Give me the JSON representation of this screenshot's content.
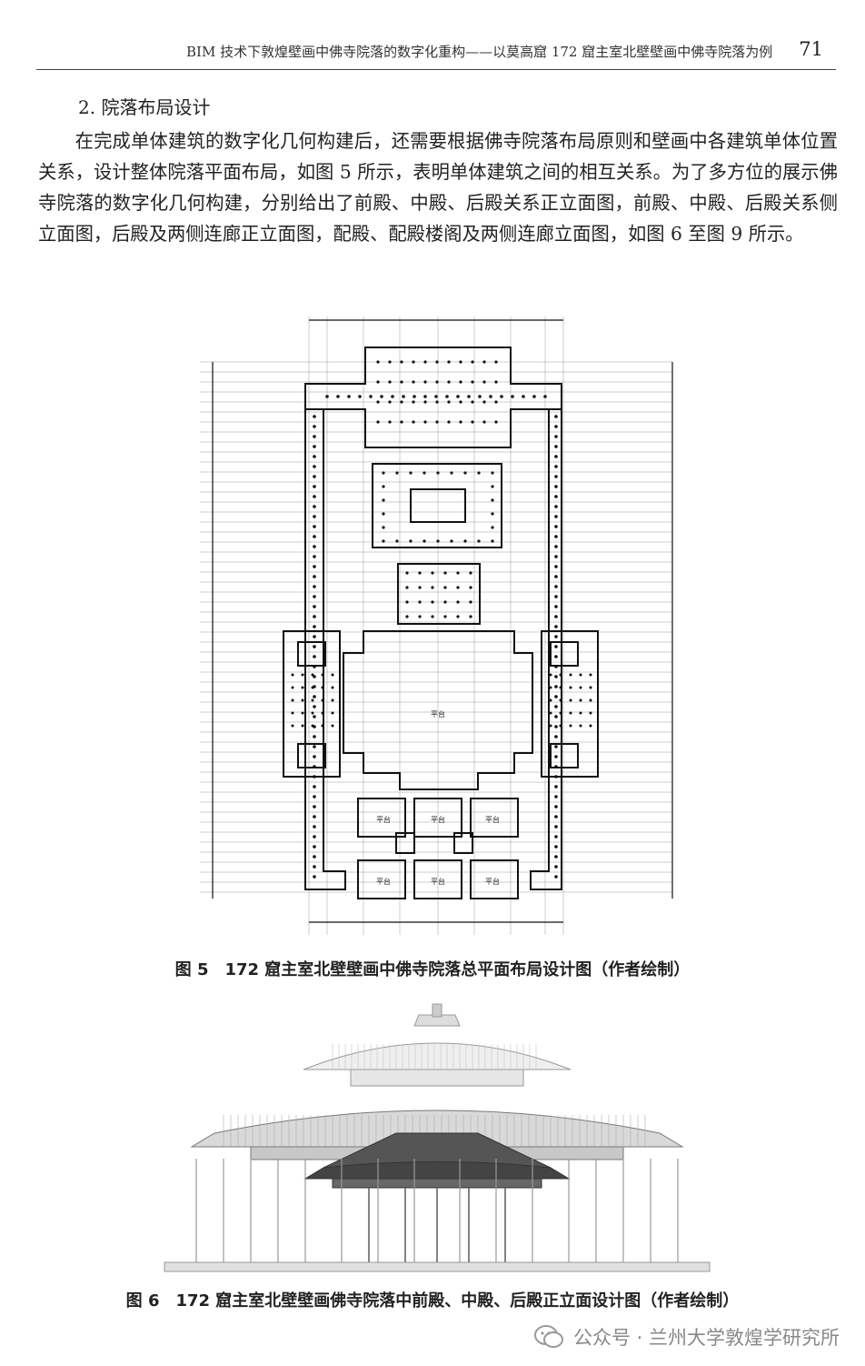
{
  "header": {
    "title": "BIM 技术下敦煌壁画中佛寺院落的数字化重构——以莫高窟 172 窟主室北壁壁画中佛寺院落为例",
    "page_number": "71"
  },
  "section": {
    "heading": "2. 院落布局设计",
    "paragraph": "在完成单体建筑的数字化几何构建后，还需要根据佛寺院落布局原则和壁画中各建筑单体位置关系，设计整体院落平面布局，如图 5 所示，表明单体建筑之间的相互关系。为了多方位的展示佛寺院落的数字化几何构建，分别给出了前殿、中殿、后殿关系正立面图，前殿、中殿、后殿关系侧立面图，后殿及两侧连廊正立面图，配殿、配殿楼阁及两侧连廊立面图，如图 6 至图 9 所示。"
  },
  "figure5": {
    "caption": "图 5　172 窟主室北壁壁画中佛寺院落总平面布局设计图（作者绘制）",
    "labels": [
      "平台",
      "平台",
      "平台",
      "平台",
      "平台",
      "平台",
      "平台"
    ]
  },
  "figure6": {
    "caption": "图 6　172 窟主室北壁壁画佛寺院落中前殿、中殿、后殿正立面设计图（作者绘制）"
  },
  "watermark": {
    "text": "公众号 · 兰州大学敦煌学研究所",
    "icon": "wechat-icon"
  }
}
